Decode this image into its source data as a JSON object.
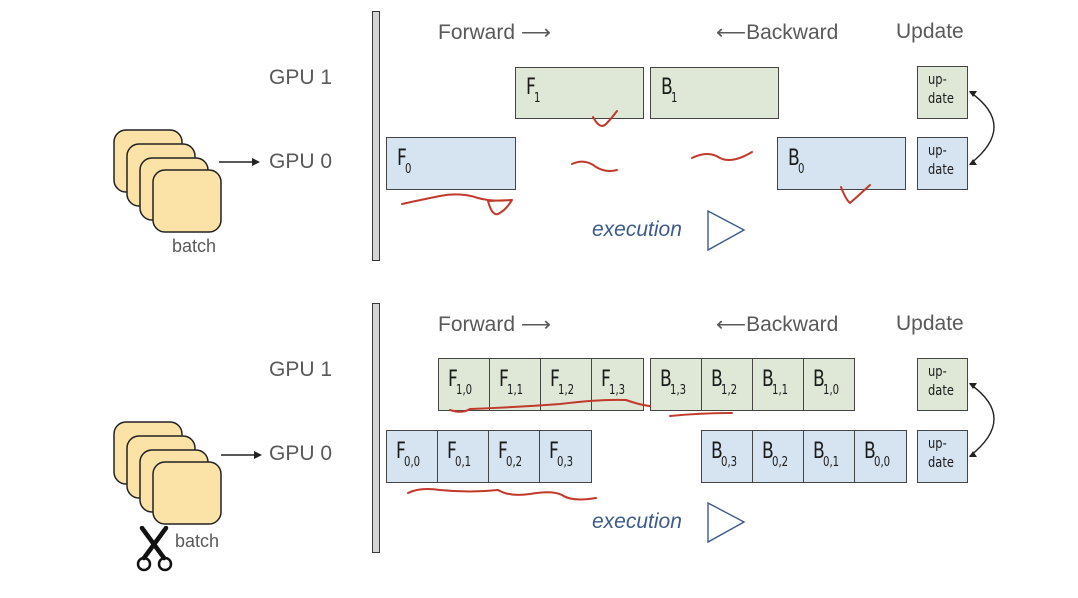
{
  "diagram": {
    "title": "Pipeline parallelism: naive vs micro-batching",
    "colors": {
      "gpu1_block": "#dfe8d6",
      "gpu0_block": "#d6e4f2",
      "batch_card": "#fbe3a8",
      "execution_text": "#3d5a8c",
      "annotation_ink": "#c0392b"
    },
    "panels": [
      {
        "id": "naive",
        "header": {
          "forward": "Forward ⟶",
          "backward": "⟵Backward",
          "update": "Update"
        },
        "gpu_labels": {
          "gpu1": "GPU 1",
          "gpu0": "GPU 0"
        },
        "batch_label": "batch",
        "execution_label": "execution",
        "gpu1_forward": [
          {
            "name": "F",
            "sub": "1"
          }
        ],
        "gpu1_backward": [
          {
            "name": "B",
            "sub": "1"
          }
        ],
        "gpu0_forward": [
          {
            "name": "F",
            "sub": "0"
          }
        ],
        "gpu0_backward": [
          {
            "name": "B",
            "sub": "0"
          }
        ],
        "update_gpu1": {
          "line1": "up-",
          "line2": "date"
        },
        "update_gpu0": {
          "line1": "up-",
          "line2": "date"
        }
      },
      {
        "id": "microbatch",
        "header": {
          "forward": "Forward ⟶",
          "backward": "⟵Backward",
          "update": "Update"
        },
        "gpu_labels": {
          "gpu1": "GPU 1",
          "gpu0": "GPU 0"
        },
        "batch_label": "batch",
        "execution_label": "execution",
        "gpu1_forward": [
          {
            "name": "F",
            "sub": "1,0"
          },
          {
            "name": "F",
            "sub": "1,1"
          },
          {
            "name": "F",
            "sub": "1,2"
          },
          {
            "name": "F",
            "sub": "1,3"
          }
        ],
        "gpu1_backward": [
          {
            "name": "B",
            "sub": "1,3"
          },
          {
            "name": "B",
            "sub": "1,2"
          },
          {
            "name": "B",
            "sub": "1,1"
          },
          {
            "name": "B",
            "sub": "1,0"
          }
        ],
        "gpu0_forward": [
          {
            "name": "F",
            "sub": "0,0"
          },
          {
            "name": "F",
            "sub": "0,1"
          },
          {
            "name": "F",
            "sub": "0,2"
          },
          {
            "name": "F",
            "sub": "0,3"
          }
        ],
        "gpu0_backward": [
          {
            "name": "B",
            "sub": "0,3"
          },
          {
            "name": "B",
            "sub": "0,2"
          },
          {
            "name": "B",
            "sub": "0,1"
          },
          {
            "name": "B",
            "sub": "0,0"
          }
        ],
        "update_gpu1": {
          "line1": "up-",
          "line2": "date"
        },
        "update_gpu0": {
          "line1": "up-",
          "line2": "date"
        }
      }
    ]
  }
}
